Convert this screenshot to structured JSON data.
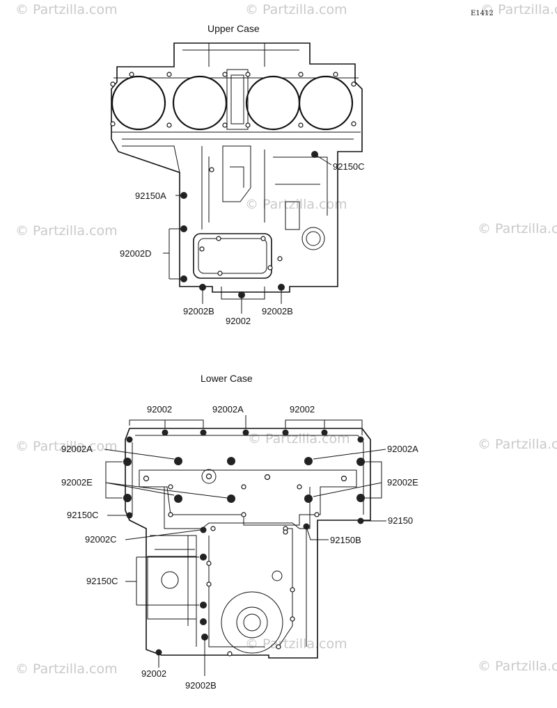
{
  "diagram_code": "E1412",
  "watermark": "© Partzilla.com",
  "upper": {
    "title": "Upper Case",
    "labels": {
      "l92150C": "92150C",
      "l92150A": "92150A",
      "l92002D": "92002D",
      "l92002B_left": "92002B",
      "l92002B_right": "92002B",
      "l92002": "92002"
    }
  },
  "lower": {
    "title": "Lower Case",
    "labels": {
      "top_92002_left": "92002",
      "top_92002A": "92002A",
      "top_92002_right": "92002",
      "l92002A_left": "92002A",
      "l92002A_right": "92002A",
      "l92002E_left": "92002E",
      "l92002E_right": "92002E",
      "l92150C_upper": "92150C",
      "l92150": "92150",
      "l92002C": "92002C",
      "l92150B": "92150B",
      "l92150C_lower": "92150C",
      "bottom_92002": "92002",
      "bottom_92002B": "92002B"
    }
  }
}
